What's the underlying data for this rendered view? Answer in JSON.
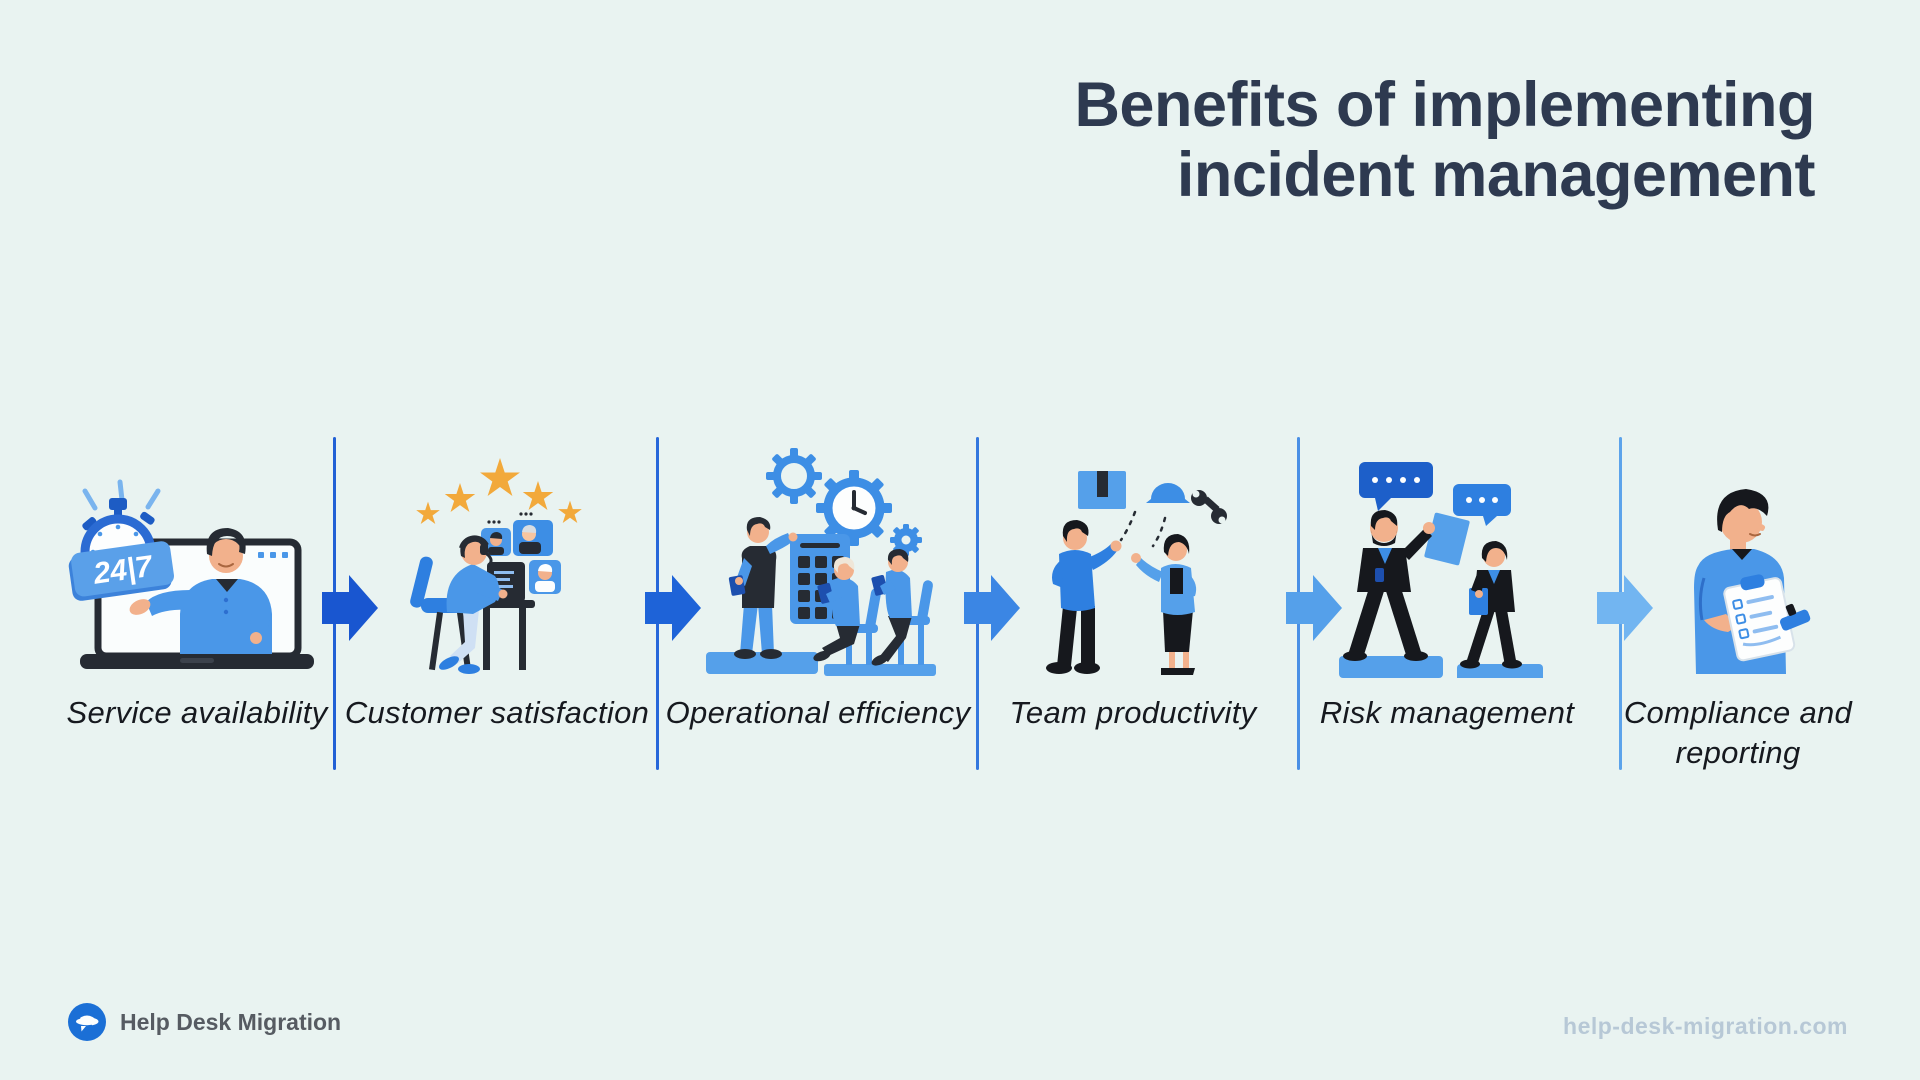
{
  "title": {
    "line1": "Benefits of implementing",
    "line2": "incident management"
  },
  "benefits": [
    {
      "label": "Service availability",
      "icon": "agent-in-laptop-with-247-stopwatch",
      "badge": "24|7"
    },
    {
      "label": "Customer satisfaction",
      "icon": "five-stars-support-agent-video-call"
    },
    {
      "label": "Operational efficiency",
      "icon": "gears-clock-presenter-with-team"
    },
    {
      "label": "Team productivity",
      "icon": "two-colleagues-discussing-tasks"
    },
    {
      "label": "Risk management",
      "icon": "consultants-with-speech-bubbles-and-documents"
    },
    {
      "label": "Compliance and reporting",
      "icon": "man-holding-checklist-clipboard"
    }
  ],
  "footer": {
    "brand": "Help Desk Migration",
    "website": "help-desk-migration.com"
  },
  "colors": {
    "background": "#e9f3f1",
    "title": "#2e3a50",
    "label": "#16191f",
    "dividers": [
      "#2260d5",
      "#2767da",
      "#3377de",
      "#4a8fe5",
      "#5ca3eb"
    ],
    "arrows": [
      "#1956d0",
      "#1e63d8",
      "#3b86e4",
      "#55a0ea",
      "#72b5f1"
    ],
    "star_orange": "#f2a93b",
    "brand_blue": "#1b6fd6",
    "brand_text": "#565b62",
    "url_text": "#b7c8d6"
  }
}
